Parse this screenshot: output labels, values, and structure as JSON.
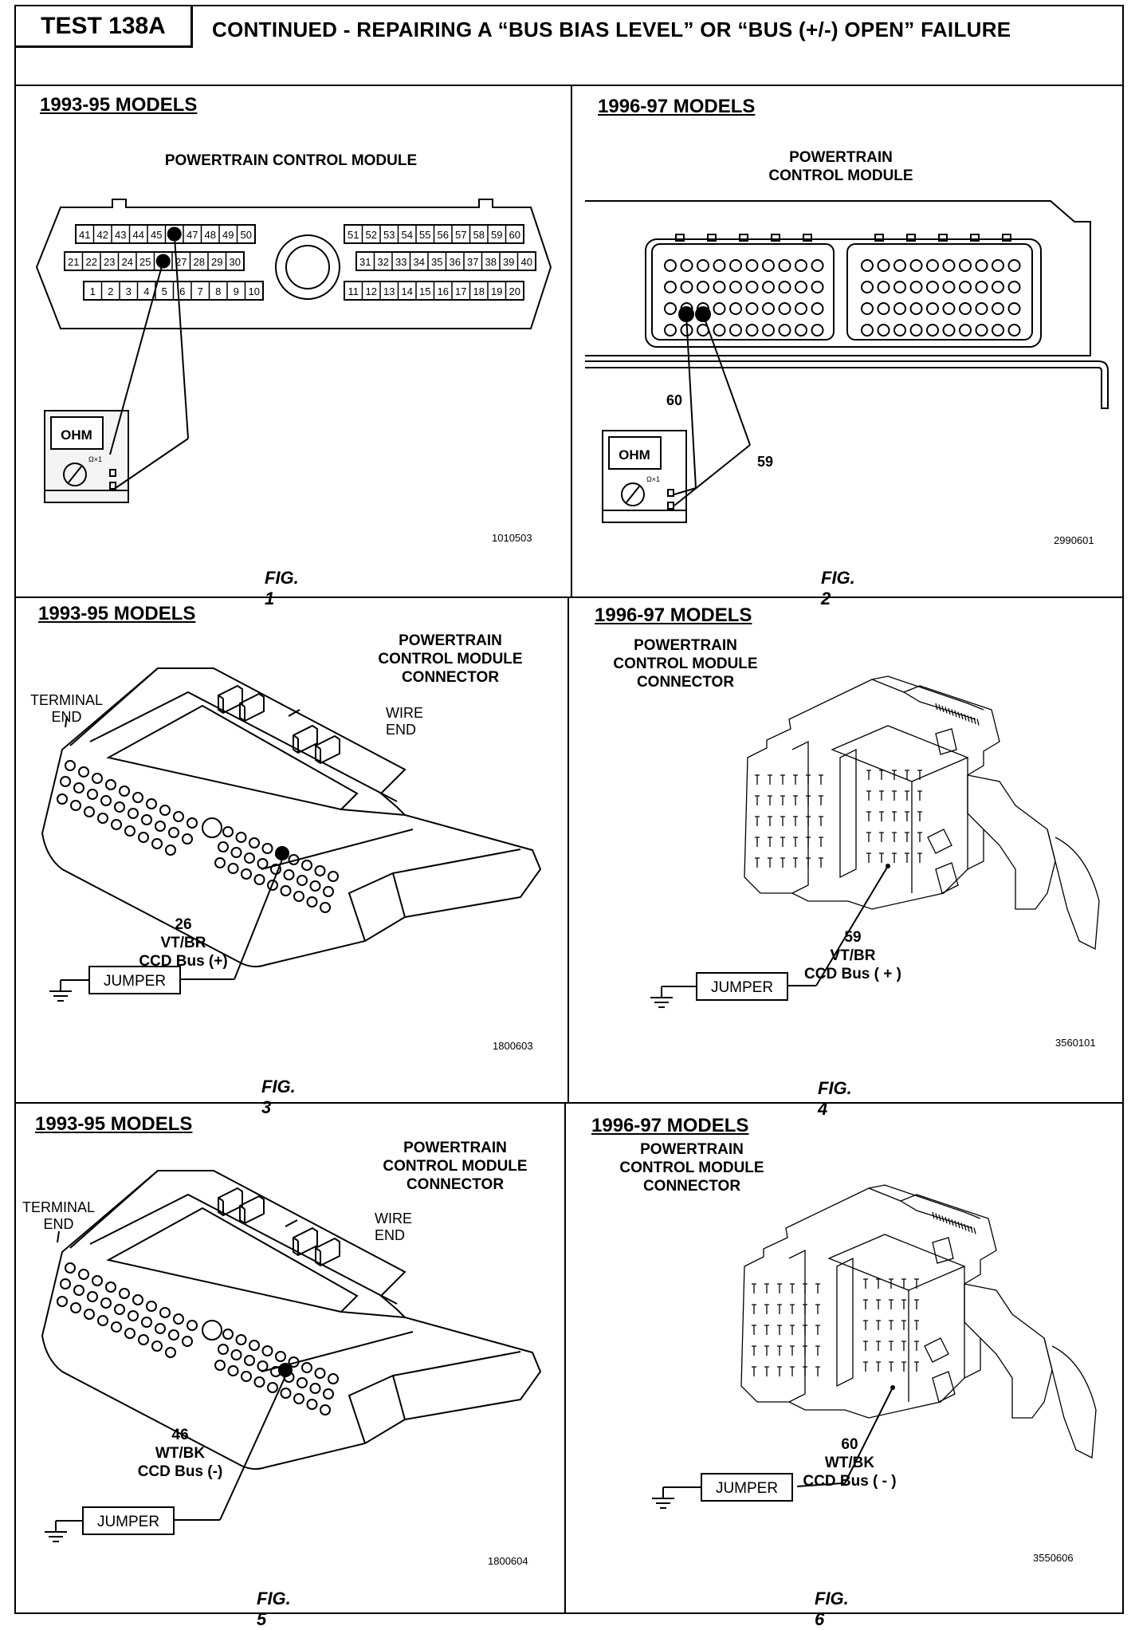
{
  "header": {
    "test_label": "TEST 138A",
    "title": "CONTINUED - REPAIRING A “BUS BIAS LEVEL” OR “BUS (+/-) OPEN” FAILURE"
  },
  "panels": [
    {
      "models": "1993-95 MODELS",
      "title": "POWERTRAIN CONTROL MODULE",
      "pin_rows_left": [
        [
          "41",
          "42",
          "43",
          "44",
          "45",
          "46",
          "47",
          "48",
          "49",
          "50"
        ],
        [
          "21",
          "22",
          "23",
          "24",
          "25",
          "26",
          "27",
          "28",
          "29",
          "30"
        ],
        [
          "1",
          "2",
          "3",
          "4",
          "5",
          "6",
          "7",
          "8",
          "9",
          "10"
        ]
      ],
      "pin_rows_right": [
        [
          "51",
          "52",
          "53",
          "54",
          "55",
          "56",
          "57",
          "58",
          "59",
          "60"
        ],
        [
          "31",
          "32",
          "33",
          "34",
          "35",
          "36",
          "37",
          "38",
          "39",
          "40"
        ],
        [
          "11",
          "12",
          "13",
          "14",
          "15",
          "16",
          "17",
          "18",
          "19",
          "20"
        ]
      ],
      "meter_text": "OHM",
      "meter_range": "Ω×1",
      "code": "1010503",
      "fig": "FIG. 1"
    },
    {
      "models": "1996-97 MODELS",
      "title": "POWERTRAIN\nCONTROL MODULE",
      "pin_60": "60",
      "pin_59": "59",
      "meter_text": "OHM",
      "meter_range": "Ω×1",
      "code": "2990601",
      "fig": "FIG. 2"
    },
    {
      "models": "1993-95 MODELS",
      "title": "POWERTRAIN\nCONTROL MODULE\nCONNECTOR",
      "terminal_end": "TERMINAL\nEND",
      "wire_end": "WIRE END",
      "pin_callout": "26\nVT/BR\nCCD Bus (+)",
      "jumper": "JUMPER",
      "code": "1800603",
      "fig": "FIG. 3"
    },
    {
      "models": "1996-97 MODELS",
      "title": "POWERTRAIN\nCONTROL MODULE\nCONNECTOR",
      "pin_callout": "59\nVT/BR\nCCD Bus ( + )",
      "jumper": "JUMPER",
      "code": "3560101",
      "fig": "FIG. 4"
    },
    {
      "models": "1993-95 MODELS",
      "title": "POWERTRAIN\nCONTROL MODULE\nCONNECTOR",
      "terminal_end": "TERMINAL\nEND",
      "wire_end": "WIRE END",
      "pin_callout": "46\nWT/BK\nCCD Bus (-)",
      "jumper": "JUMPER",
      "code": "1800604",
      "fig": "FIG. 5"
    },
    {
      "models": "1996-97 MODELS",
      "title": "POWERTRAIN\nCONTROL MODULE\nCONNECTOR",
      "pin_callout": "60\nWT/BK\nCCD Bus ( - )",
      "jumper": "JUMPER",
      "code": "3550606",
      "fig": "FIG. 6"
    }
  ]
}
